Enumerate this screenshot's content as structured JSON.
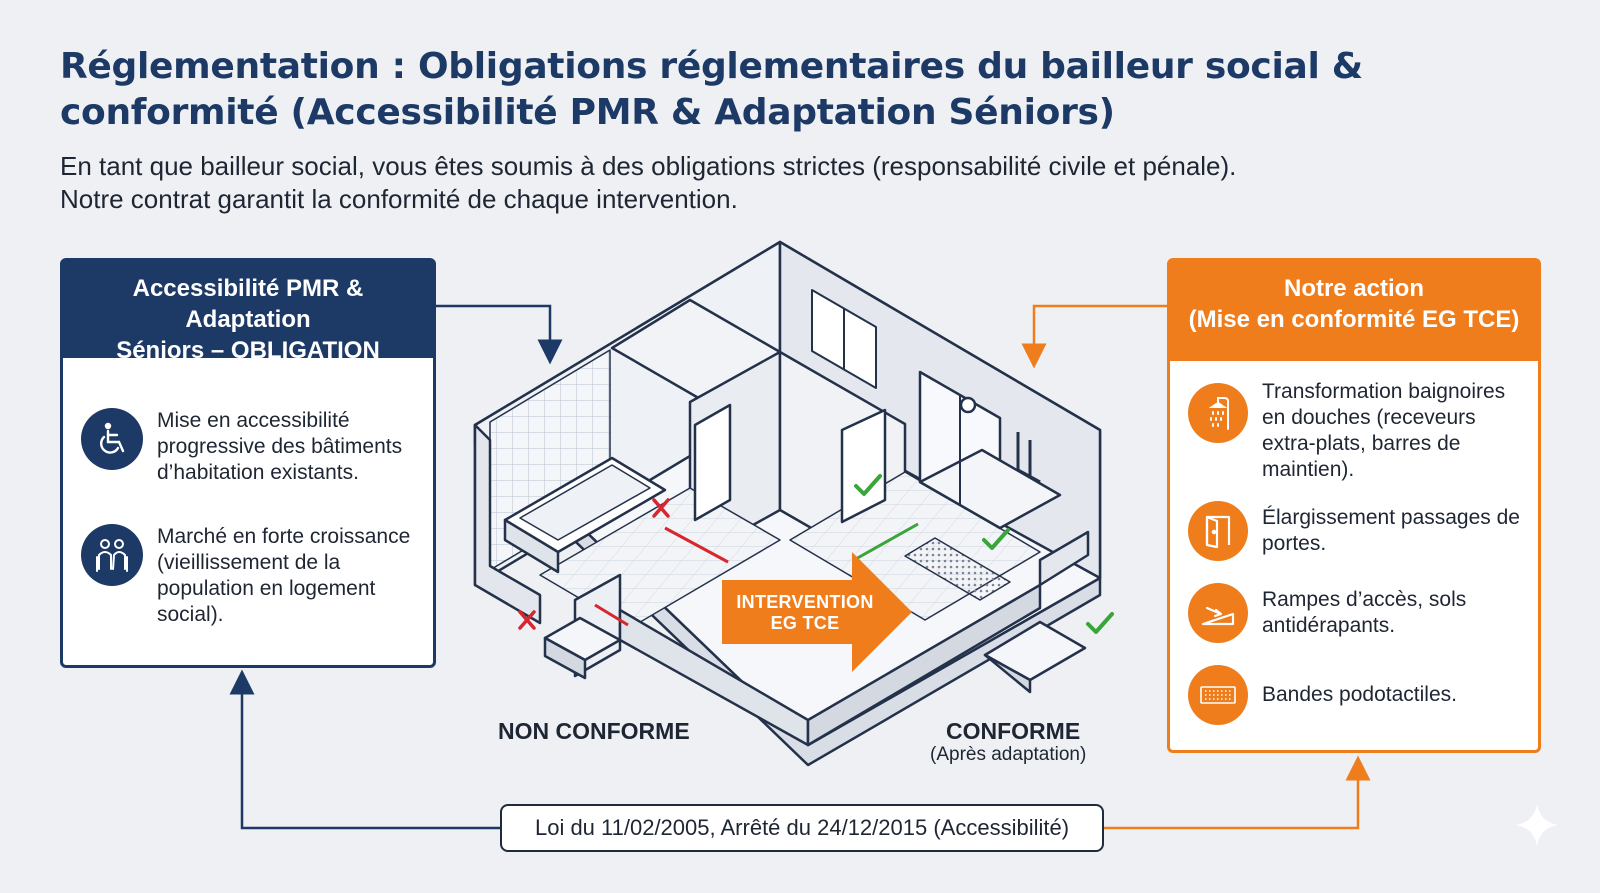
{
  "header": {
    "title": "Réglementation : Obligations réglementaires du bailleur social & conformité (Accessibilité PMR & Adaptation Séniors)",
    "subtitle_line1": "En tant que bailleur social, vous êtes soumis à des obligations strictes (responsabilité civile et pénale).",
    "subtitle_line2": "Notre contrat garantit la conformité de chaque intervention."
  },
  "left_panel": {
    "title_line1": "Accessibilité PMR & Adaptation",
    "title_line2": "Séniors – OBLIGATION",
    "items": [
      {
        "icon": "wheelchair-icon",
        "text": "Mise en accessibilité progressive des bâtiments d’habitation existants."
      },
      {
        "icon": "seniors-icon",
        "text": "Marché en forte croissance (vieillissement de la population en logement social)."
      }
    ]
  },
  "right_panel": {
    "title_line1": "Notre action",
    "title_line2": "(Mise en conformité EG TCE)",
    "items": [
      {
        "icon": "shower-icon",
        "text": "Transformation baignoires en douches (receveurs extra-plats, barres de maintien)."
      },
      {
        "icon": "door-icon",
        "text": "Élargissement passages de portes."
      },
      {
        "icon": "ramp-icon",
        "text": "Rampes d’accès, sols antidérapants."
      },
      {
        "icon": "tactile-strip-icon",
        "text": "Bandes podotactiles."
      }
    ]
  },
  "diagram": {
    "intervention_line1": "INTERVENTION",
    "intervention_line2": "EG TCE",
    "non_conforme": "NON CONFORME",
    "conforme": "CONFORME",
    "conforme_sub": "(Après adaptation)"
  },
  "footer": {
    "law": "Loi du 11/02/2005, Arrêté du 24/12/2015 (Accessibilité)"
  },
  "colors": {
    "navy": "#1d3a66",
    "orange": "#ef7d1c",
    "red_cross": "#d7262e",
    "green_check": "#3aa53a"
  }
}
